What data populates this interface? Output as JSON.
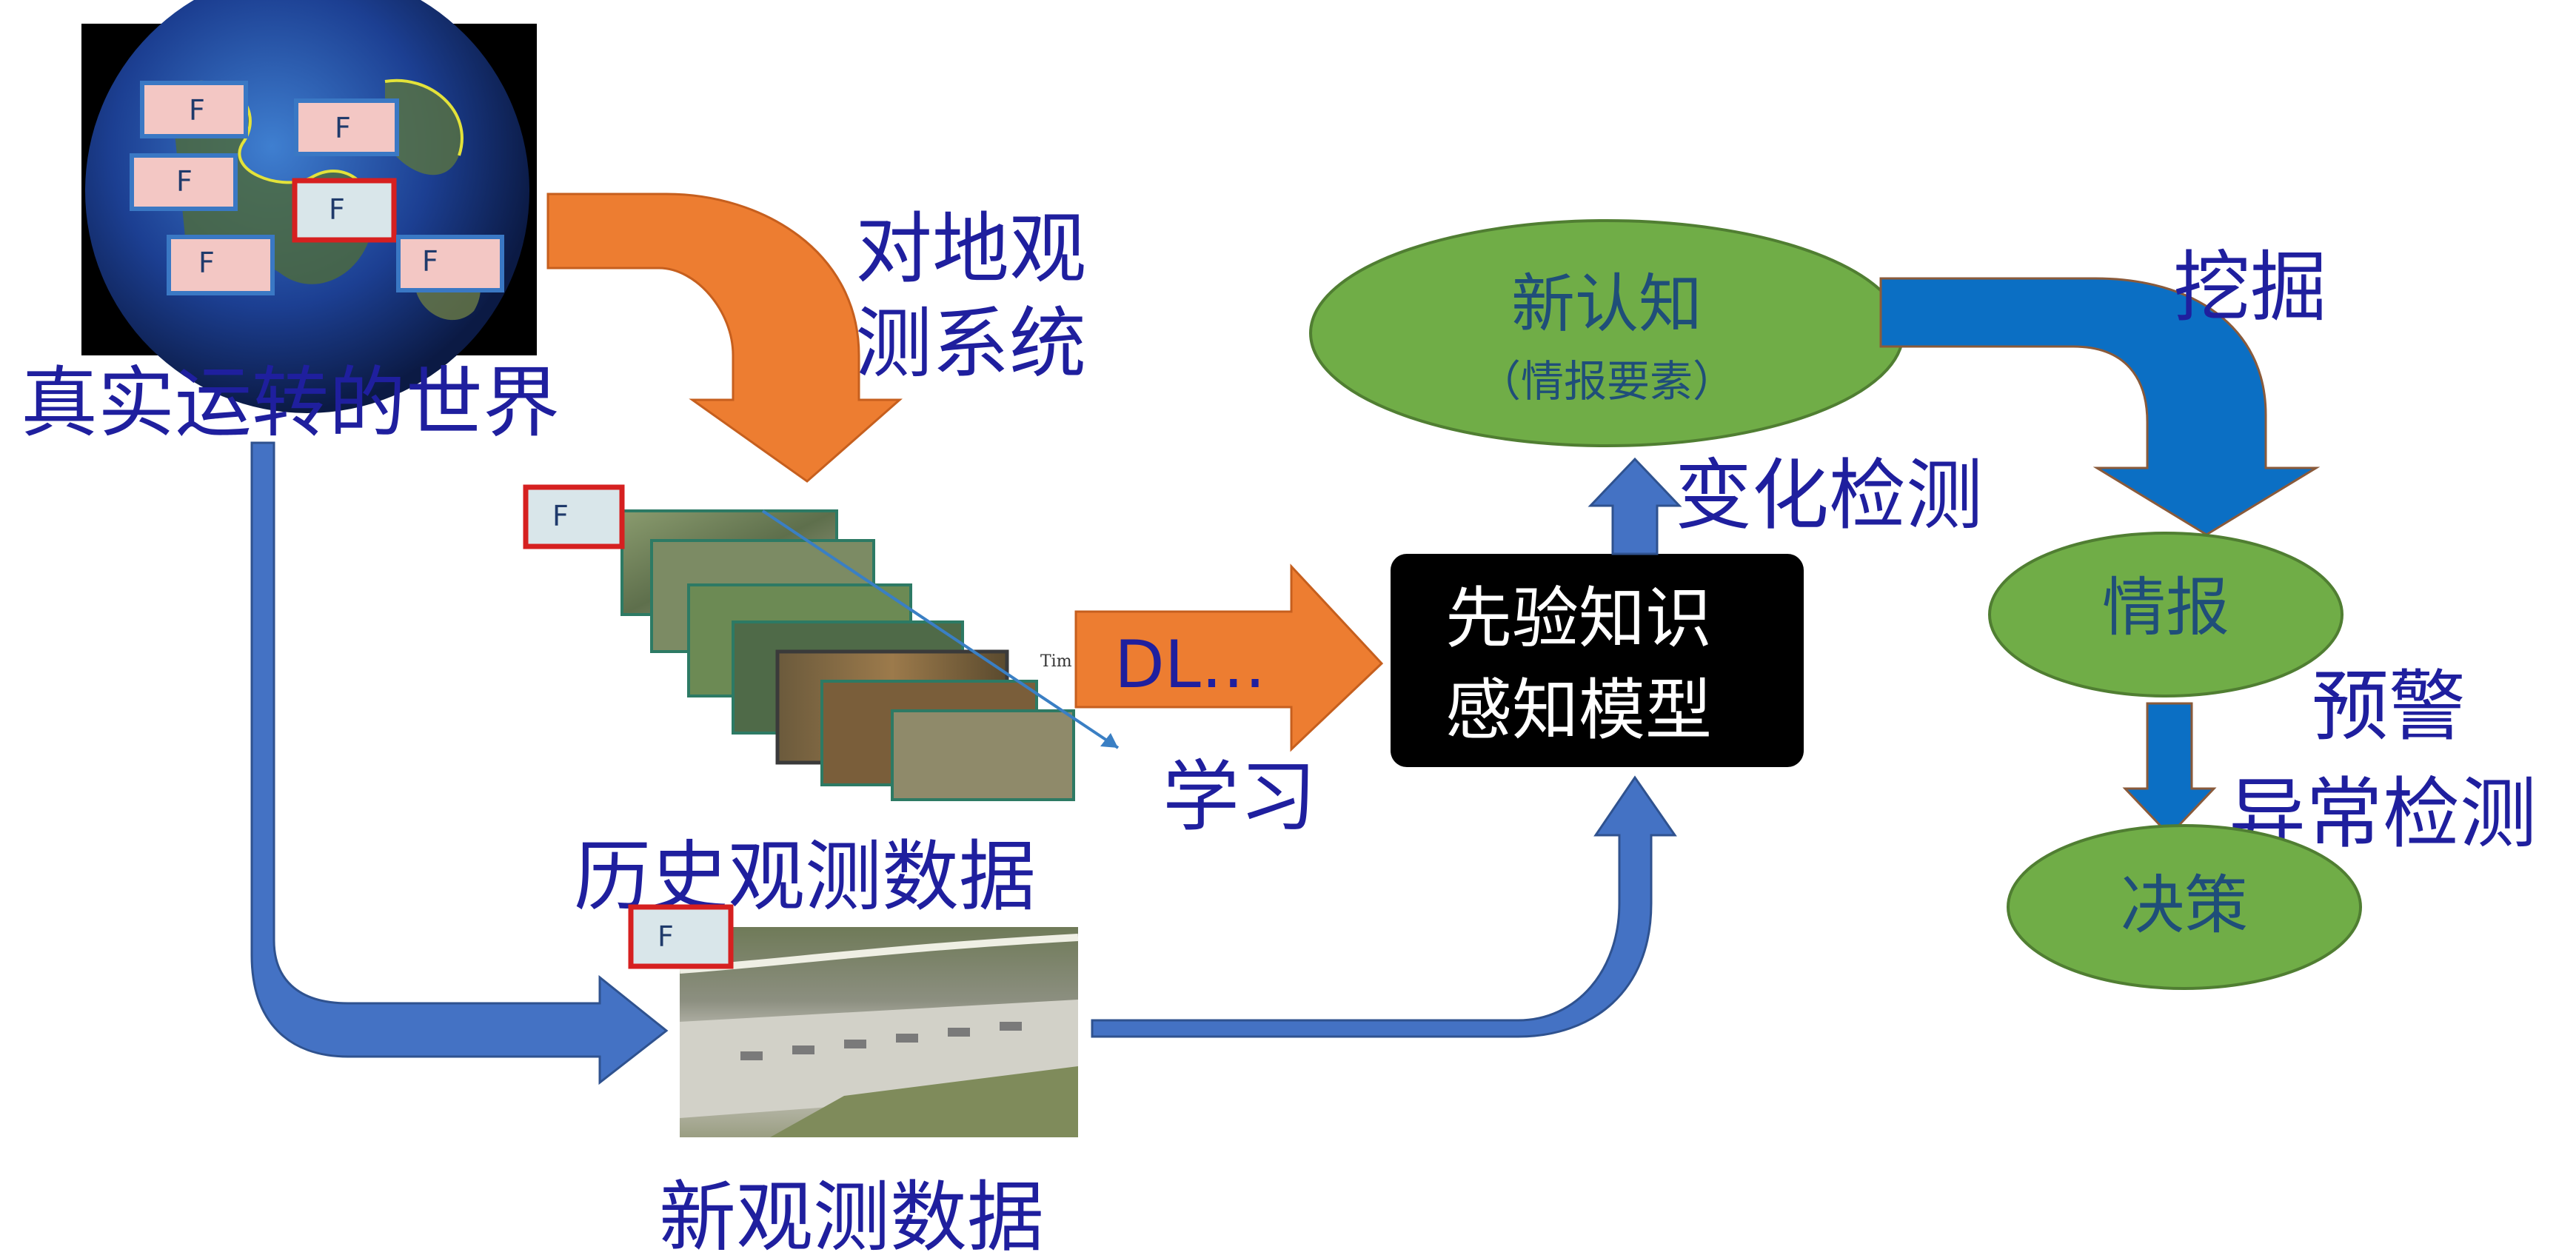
{
  "labels": {
    "real_world": "真实运转的世界",
    "earth_obs_1": "对地观",
    "earth_obs_2": "测系统",
    "history_data": "历史观测数据",
    "new_data": "新观测数据",
    "dl": "DL…",
    "learn": "学习",
    "change_detect": "变化检测",
    "dig": "挖掘",
    "warn_1": "预警",
    "warn_2": "异常检测",
    "time_axis": "Tim"
  },
  "nodes": {
    "new_knowledge": "新认知",
    "new_knowledge_sub": "（情报要素）",
    "intel": "情报",
    "decision": "决策",
    "model_1": "先验知识",
    "model_2": "感知模型"
  },
  "tag": "F",
  "colors": {
    "text": "#1f1f9e",
    "node_fill": "#70ad47",
    "node_text": "#1f4e79",
    "orange_arrow": "#ed7d31",
    "blue_arrow": "#4472c4",
    "dark_blue_arrow": "#0b6fc4",
    "model_bg": "#000000"
  }
}
